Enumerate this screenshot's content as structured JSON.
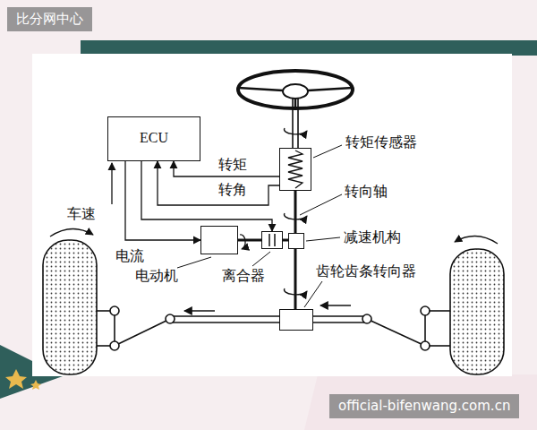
{
  "diagram": {
    "nodes": [
      {
        "text": [
          "ECU"
        ]
      },
      {
        "text": [
          "转矩传感器"
        ]
      },
      {
        "text": [
          "电动机"
        ]
      },
      {
        "text": [
          "离合器"
        ]
      },
      {
        "text": [
          "减速机构"
        ]
      },
      {
        "text": [
          "齿轮齿条转向器"
        ]
      }
    ],
    "edges": [
      {
        "from": 1,
        "to": 0,
        "label": "转矩",
        "arrow": "to"
      },
      {
        "from": 1,
        "to": 0,
        "label": "转角",
        "arrow": "to"
      },
      {
        "from": 0,
        "to": 2,
        "label": "电流",
        "arrow": "to"
      },
      {
        "from": 0,
        "to": 3,
        "arrow": "to"
      },
      {
        "from": 2,
        "to": 3,
        "arrow": "none"
      },
      {
        "from": 3,
        "to": 4,
        "arrow": "none"
      },
      {
        "from": 1,
        "to": 4,
        "arrow": "none"
      },
      {
        "from": 4,
        "to": 5,
        "arrow": "none"
      }
    ],
    "labels": [
      "车速",
      "转向轴",
      "比分网中心",
      "official-bifenwang.com.cn"
    ]
  }
}
